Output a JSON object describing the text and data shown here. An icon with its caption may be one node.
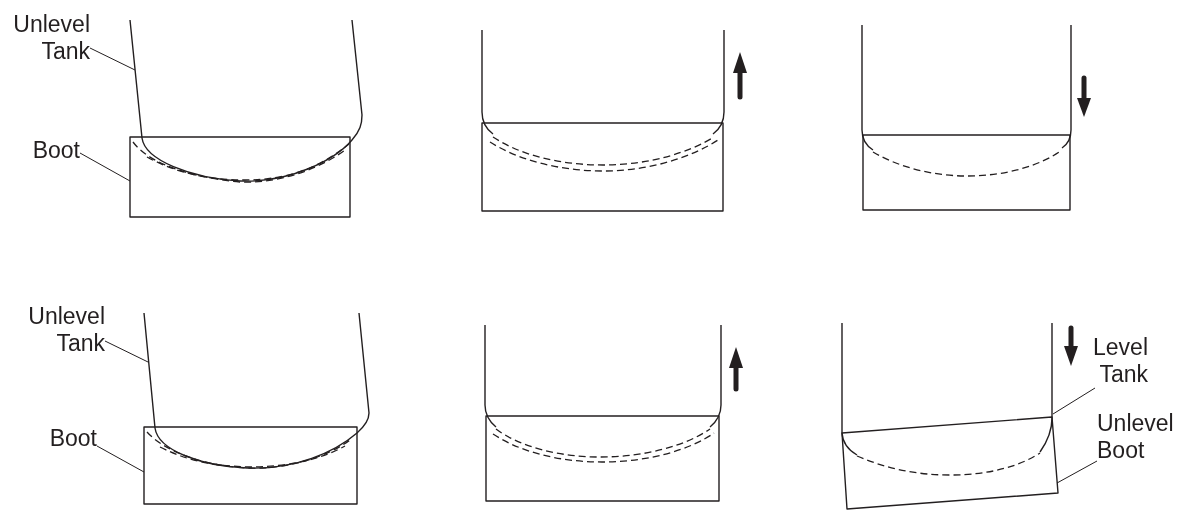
{
  "diagram": {
    "nodes": [
      {
        "text": [
          "Unlevel Tank"
        ]
      },
      {
        "text": [
          "Boot"
        ]
      },
      {
        "text": [],
        "shape": "tank"
      },
      {
        "text": [],
        "shape": "box"
      },
      {
        "text": [],
        "shape": "tank"
      },
      {
        "text": [],
        "shape": "box"
      },
      {
        "text": [],
        "shape": "tank"
      },
      {
        "text": [],
        "shape": "box"
      },
      {
        "text": [
          "Unlevel Tank"
        ]
      },
      {
        "text": [
          "Boot"
        ]
      },
      {
        "text": [],
        "shape": "tank"
      },
      {
        "text": [],
        "shape": "box"
      },
      {
        "text": [],
        "shape": "tank"
      },
      {
        "text": [],
        "shape": "box"
      },
      {
        "text": [],
        "shape": "tank"
      },
      {
        "text": [],
        "shape": "box"
      },
      {
        "text": [
          "Level Tank"
        ]
      },
      {
        "text": [
          "Unlevel Boot"
        ]
      }
    ],
    "edges": [
      {
        "from": 0,
        "to": 2,
        "arrow": "none"
      },
      {
        "from": 1,
        "to": 3,
        "arrow": "none"
      },
      {
        "from": 8,
        "to": 10,
        "arrow": "none"
      },
      {
        "from": 9,
        "to": 11,
        "arrow": "none"
      },
      {
        "from": 16,
        "to": 14,
        "arrow": "none"
      },
      {
        "from": 17,
        "to": 15,
        "arrow": "none"
      }
    ]
  }
}
